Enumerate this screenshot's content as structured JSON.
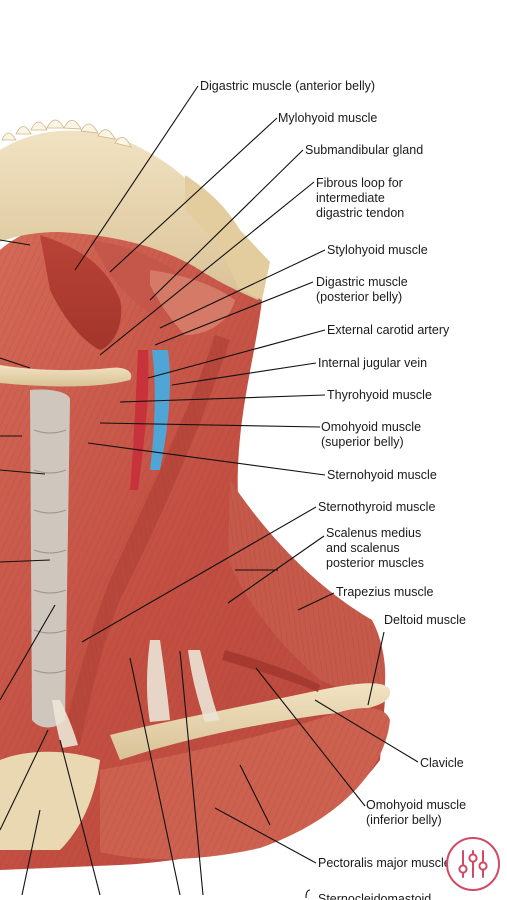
{
  "labels": {
    "digastric_anterior": [
      "Digastric muscle (anterior belly)"
    ],
    "mylohyoid": [
      "Mylohyoid muscle"
    ],
    "submandibular_gland": [
      "Submandibular gland"
    ],
    "fibrous_loop": [
      "Fibrous loop for",
      "intermediate",
      "digastric tendon"
    ],
    "stylohyoid": [
      "Stylohyoid muscle"
    ],
    "digastric_posterior": [
      "Digastric muscle",
      "(posterior belly)"
    ],
    "external_carotid": [
      "External carotid artery"
    ],
    "internal_jugular": [
      "Internal jugular vein"
    ],
    "thyrohyoid": [
      "Thyrohyoid muscle"
    ],
    "omohyoid_superior": [
      "Omohyoid muscle",
      "(superior belly)"
    ],
    "sternohyoid": [
      "Sternohyoid muscle"
    ],
    "sternothyroid": [
      "Sternothyroid muscle"
    ],
    "scalenus": [
      "Scalenus medius",
      "and scalenus",
      "posterior muscles"
    ],
    "trapezius": [
      "Trapezius muscle"
    ],
    "deltoid": [
      "Deltoid muscle"
    ],
    "clavicle": [
      "Clavicle"
    ],
    "omohyoid_inferior": [
      "Omohyoid muscle",
      "(inferior belly)"
    ],
    "pectoralis_major": [
      "Pectoralis major muscle"
    ],
    "sternocleidomastoid": [
      "Sternocleidomastoid"
    ]
  },
  "icons": {
    "settings": "sliders-icon"
  },
  "colors": {
    "muscle": "#c95a4a",
    "muscle_dark": "#a8392e",
    "tendon": "#e8dcc0",
    "bone": "#ead8b0",
    "vein": "#4fa6d6",
    "artery": "#c8323a",
    "fab_accent": "#d04a64"
  }
}
